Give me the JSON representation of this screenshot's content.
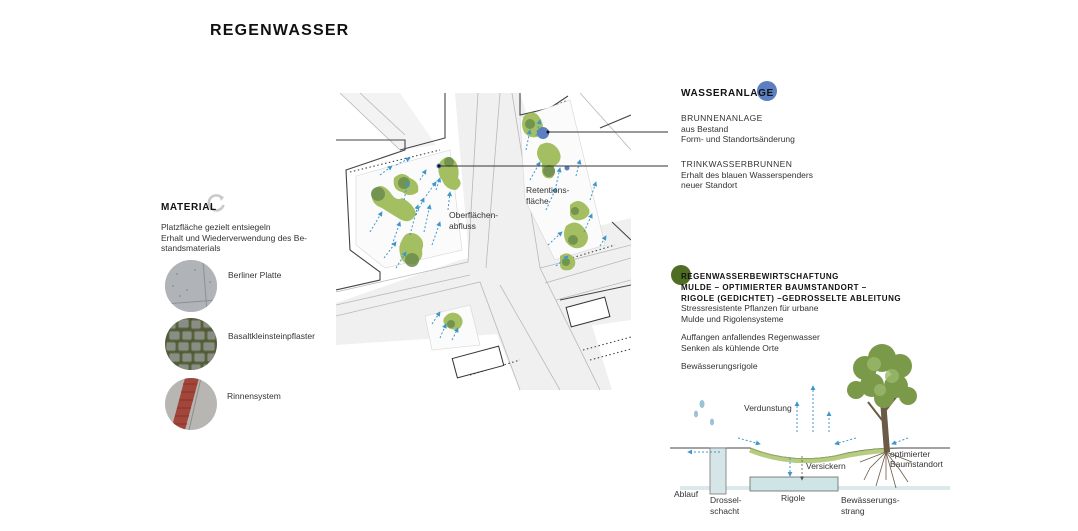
{
  "title": "REGENWASSER",
  "material": {
    "heading": "MATERIAL",
    "description_lines": [
      "Platzfläche gezielt entsiegeln",
      "Erhalt und Wiederverwendung des Be-",
      "standsmaterials"
    ],
    "items": [
      {
        "label": "Berliner Platte"
      },
      {
        "label": "Basaltkleinsteinpflaster"
      },
      {
        "label": "Rinnensystem"
      }
    ]
  },
  "map": {
    "label_oberflaechenabfluss": [
      "Oberflächen-",
      "abfluss"
    ],
    "label_retentionsflaeche": [
      "Retentions-",
      "fläche"
    ]
  },
  "wasseranlage": {
    "heading": "WASSERANLAGE",
    "brunnen_title": "BRUNNENANLAGE",
    "brunnen_lines": [
      "aus Bestand",
      "Form- und Standortsänderung"
    ],
    "trink_title": "TRINKWASSERBRUNNEN",
    "trink_lines": [
      "Erhalt des blauen Wasserspenders",
      "neuer Standort"
    ]
  },
  "regen": {
    "heading_lines": [
      "REGENWASSERBEWIRTSCHAFTUNG",
      "MULDE – OPTIMIERTER BAUMSTANDORT –",
      "RIGOLE (GEDICHTET) –GEDROSSELTE ABLEITUNG"
    ],
    "block1": [
      "Stressresistente Pflanzen für urbane",
      "Mulde und Rigolensysteme"
    ],
    "block2": [
      "Auffangen anfallendes Regenwasser",
      "Senken als kühlende Orte"
    ],
    "block3": [
      "Bewässerungsrigole"
    ]
  },
  "section": {
    "verdunstung": "Verdunstung",
    "versickern": "Versickern",
    "optimierter": "optimierter",
    "baumstandort": "Baumstandort",
    "ablauf": "Ablauf",
    "drossel1": "Drossel-",
    "drossel2": "schacht",
    "rigole": "Rigole",
    "bew1": "Bewässerungs-",
    "bew2": "strang"
  },
  "colors": {
    "accent_blue": "#5b7fc0",
    "dash_blue": "#3f97c9",
    "green": "#a4bf62",
    "dark_green": "#5f7d2f",
    "water_section": "#cfe4e6"
  }
}
